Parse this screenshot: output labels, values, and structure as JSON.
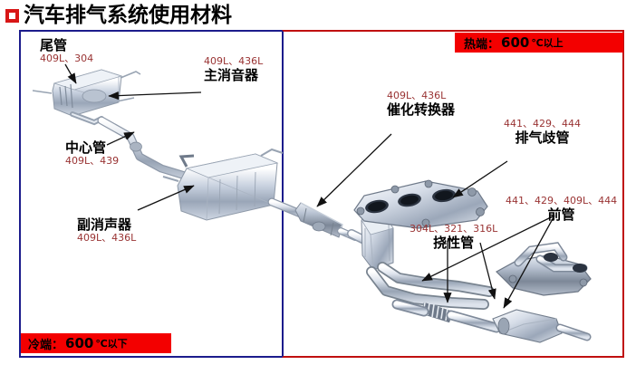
{
  "title": {
    "bullet": "red-square-bullet",
    "text": "汽车排气系统使用材料"
  },
  "banners": {
    "hot": {
      "prefix": "热端：",
      "value": "600",
      "suffix": "℃以上"
    },
    "cold": {
      "prefix": "冷端：",
      "value": "600",
      "suffix": "℃以下"
    }
  },
  "labels": [
    {
      "key": "tailpipe",
      "name": "尾管",
      "materials": "409L、304"
    },
    {
      "key": "main_muffler",
      "name": "主消音器",
      "materials": "409L、436L"
    },
    {
      "key": "center_pipe",
      "name": "中心管",
      "materials": "409L、439"
    },
    {
      "key": "sub_muffler",
      "name": "副消声器",
      "materials": "409L、436L"
    },
    {
      "key": "catalytic_converter",
      "name": "催化转换器",
      "materials": "409L、436L"
    },
    {
      "key": "exhaust_manifold",
      "name": "排气歧管",
      "materials": "441、429、444"
    },
    {
      "key": "front_pipe",
      "name": "前管",
      "materials": "441、429、409L、444"
    },
    {
      "key": "flex_pipe",
      "name": "挠性管",
      "materials": "304L、321、316L"
    }
  ],
  "colors": {
    "banner_red": "#f30000",
    "material_text": "#993333",
    "panel_left_border": "#1c1c8c",
    "panel_right_border": "#c01010",
    "bullet_red": "#d81616"
  }
}
